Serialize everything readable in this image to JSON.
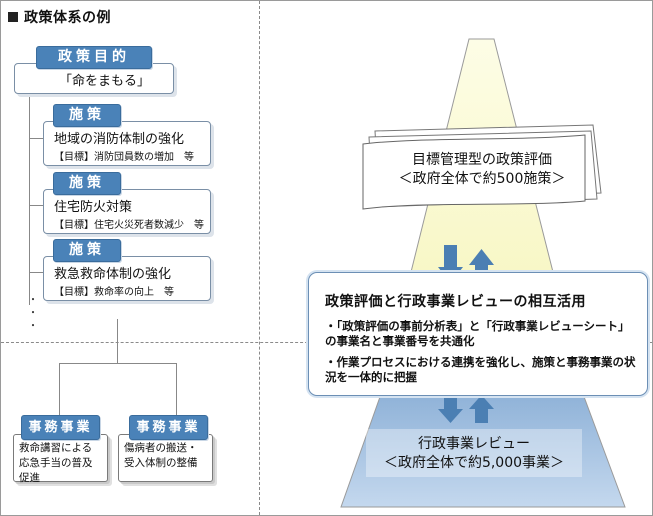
{
  "title": "政策体系の例",
  "policy_purpose": {
    "header": "政策目的",
    "text": "「命をまもる」"
  },
  "measures": [
    {
      "header": "施策",
      "name": "地域の消防体制の強化",
      "target": "【目標】消防団員数の増加　等"
    },
    {
      "header": "施策",
      "name": "住宅防火対策",
      "target": "【目標】住宅火災死者数減少　等"
    },
    {
      "header": "施策",
      "name": "救急救命体制の強化",
      "target": "【目標】救命率の向上　等"
    }
  ],
  "ellipsis": [
    "・",
    "・",
    "・"
  ],
  "projects": [
    {
      "header": "事務事業",
      "text": "救命講習による応急手当の普及促進"
    },
    {
      "header": "事務事業",
      "text": "傷病者の搬送・受入体制の整備"
    }
  ],
  "evaluation": {
    "line1": "目標管理型の政策評価",
    "line2": "＜政府全体で約500施策＞"
  },
  "mutual": {
    "title": "政策評価と行政事業レビューの相互活用",
    "bullets": [
      "・「政策評価の事前分析表」と「行政事業レビューシート」の事業名と事業番号を共通化",
      "・作業プロセスにおける連携を強化し、施策と事務事業の状況を一体的に把握"
    ]
  },
  "review": {
    "line1": "行政事業レビュー",
    "line2": "＜政府全体で約5,000事業＞"
  },
  "colors": {
    "header_blue": "#4a82b8",
    "pyramid_top": "#fbfbd6",
    "pyramid_bottom": "#a7c4e4",
    "arrow_blue": "#4b7fb3"
  }
}
